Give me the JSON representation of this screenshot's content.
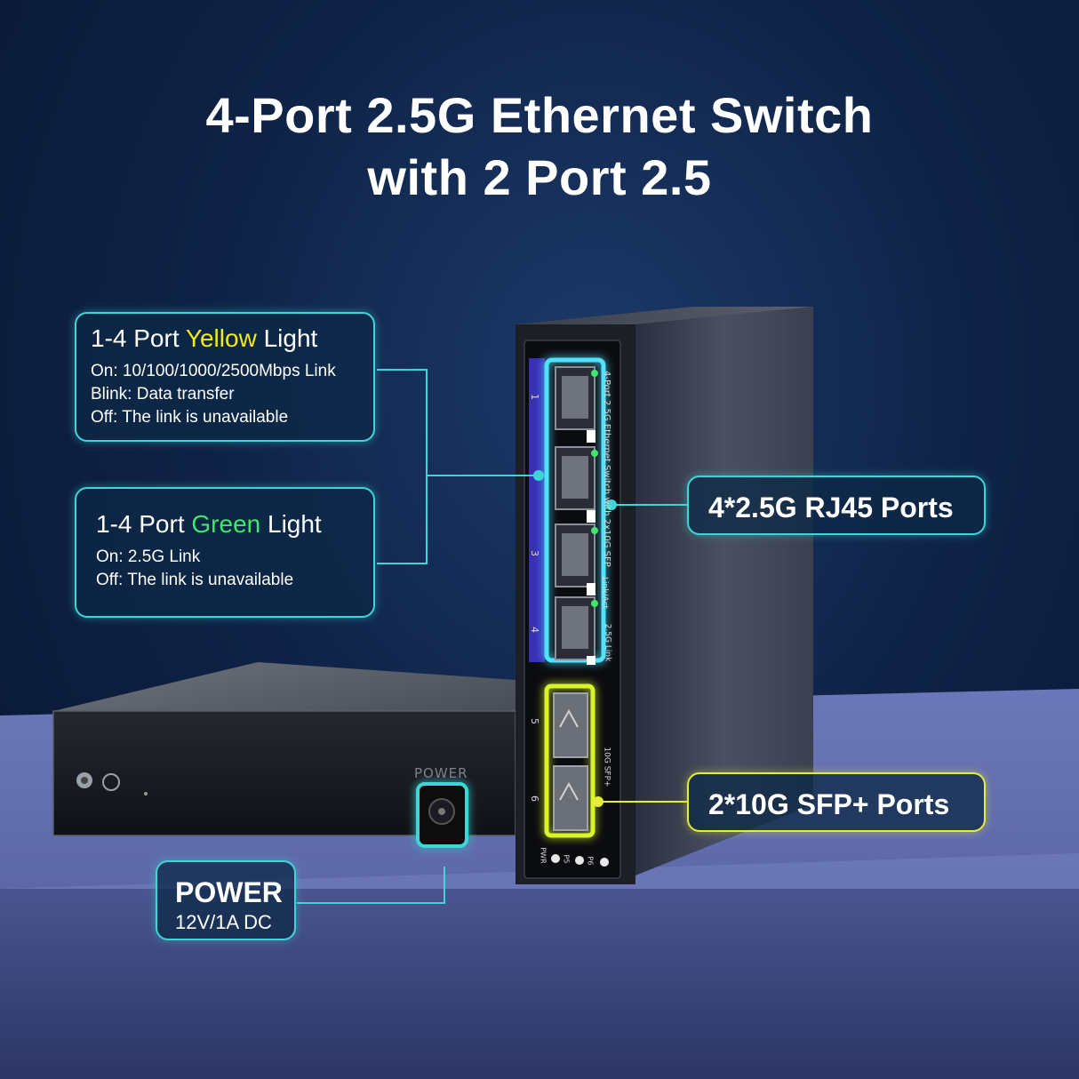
{
  "title": {
    "line1": "4-Port 2.5G Ethernet Switch",
    "line2": "with 2 Port 2.5"
  },
  "callouts": {
    "yellow": {
      "prefix": "1-4 Port ",
      "color_word": "Yellow",
      "suffix": " Light",
      "lines": [
        "On: 10/100/1000/2500Mbps Link",
        "Blink: Data transfer",
        "Off: The link is unavailable"
      ]
    },
    "green": {
      "prefix": "1-4 Port ",
      "color_word": "Green",
      "suffix": " Light",
      "lines": [
        "On: 2.5G Link",
        "Off: The link is unavailable"
      ]
    },
    "rj45": {
      "label": "4*2.5G RJ45 Ports"
    },
    "sfp": {
      "label": "2*10G SFP+ Ports"
    },
    "power": {
      "label": "POWER",
      "sub": "12V/1A DC"
    }
  },
  "device": {
    "side_text": "4-Port 2.5G Ethernet Switch with 2x10G SFP",
    "port_numbers": [
      "1",
      "3",
      "4",
      "5",
      "6"
    ],
    "link_act": "Link/Act",
    "link_25g": "2.5G Link",
    "sfp_label": "10G SFP+",
    "leds": [
      "PWR",
      "P5",
      "P6"
    ],
    "power_port_label": "POWER"
  },
  "colors": {
    "accent_cyan": "#3fd5d8",
    "yellow": "#f2ea1c",
    "green": "#3de86a",
    "port_glow": "#4fe3ff",
    "sfp_glow": "#d9f42a",
    "purple_strip": "#3a2fb8"
  }
}
